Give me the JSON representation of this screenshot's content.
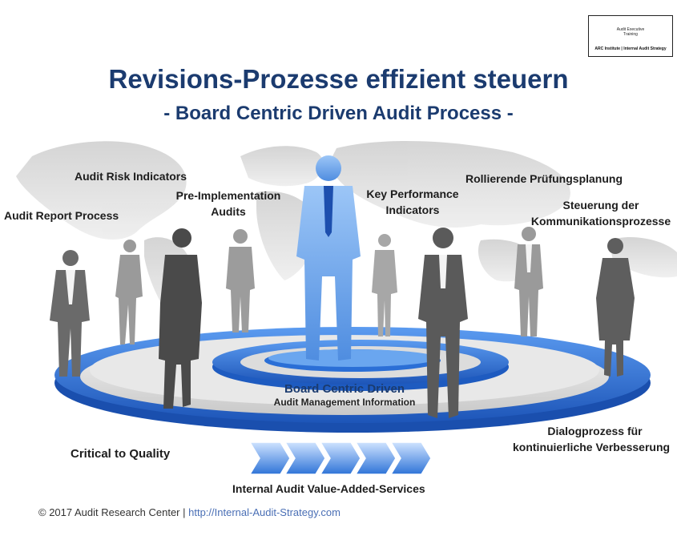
{
  "logo": {
    "line1": "Audit Executive",
    "line2": "Training",
    "line3": "ARC Institute | Internal Audit Strategy"
  },
  "title": "Revisions-Prozesse effizient steuern",
  "subtitle": "- Board Centric Driven Audit Process -",
  "labels": {
    "audit_risk": "Audit Risk Indicators",
    "pre_impl_1": "Pre-Implementation",
    "pre_impl_2": "Audits",
    "audit_report": "Audit Report Process",
    "kpi_1": "Key Performance",
    "kpi_2": "Indicators",
    "rollierende": "Rollierende Prüfungsplanung",
    "steuerung_1": "Steuerung der",
    "steuerung_2": "Kommunikationsprozesse",
    "board_1": "Board Centric Driven",
    "board_2": "Audit Management Information",
    "dialog_1": "Dialogprozess für",
    "dialog_2": "kontinuierliche Verbesserung",
    "critical": "Critical to Quality",
    "value_added": "Internal Audit Value-Added-Services"
  },
  "footer": {
    "copyright": "© 2017 Audit Research Center | ",
    "url": "http://Internal-Audit-Strategy.com"
  },
  "colors": {
    "title": "#1b3b6f",
    "ring_blue": "#2b6fd6",
    "center_figure": "#7ab0f0",
    "figures_gray": "#8a8a8a",
    "figures_dark": "#5c5c5c"
  }
}
